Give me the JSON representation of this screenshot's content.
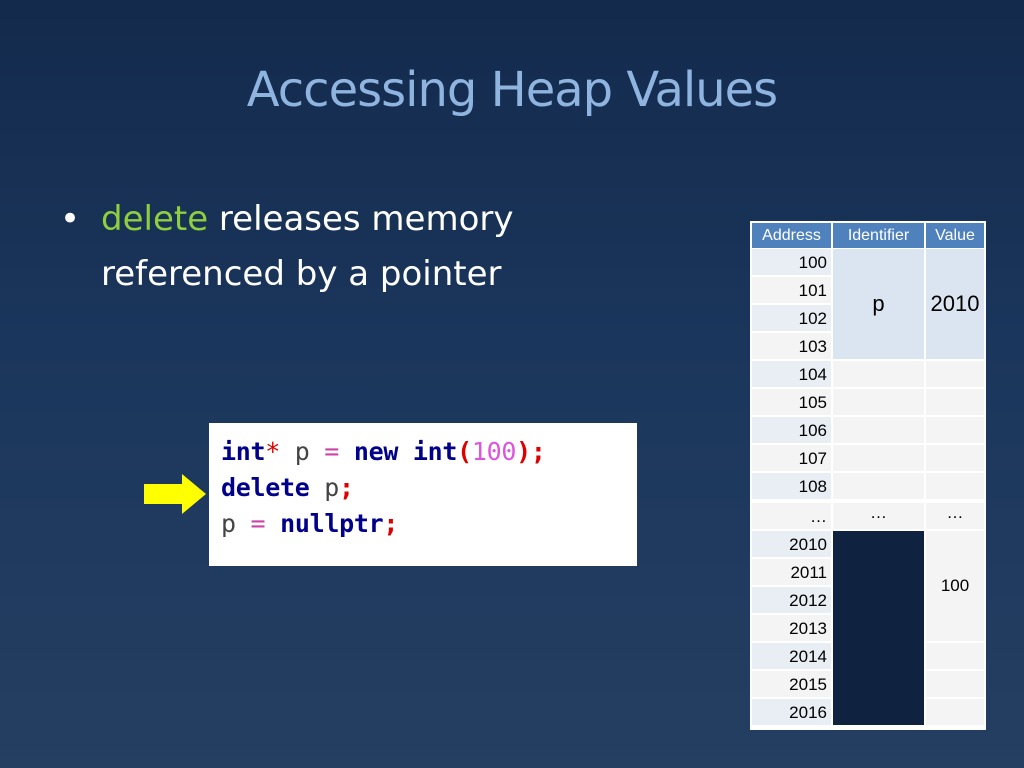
{
  "slide": {
    "title": "Accessing Heap Values",
    "bullet": {
      "symbol": "•",
      "keyword": "delete",
      "line1_rest": " releases memory",
      "line2": "referenced by a pointer"
    }
  },
  "code": {
    "line1": {
      "kw1": "int",
      "star": "*",
      "id": " p ",
      "op": "=",
      "sp": " ",
      "kw2": "new",
      "sp2": " ",
      "kw3": "int",
      "lp": "(",
      "num": "100",
      "rp": ")",
      "semi": ";"
    },
    "line2": {
      "kw": "delete",
      "sp": " ",
      "id": "p",
      "semi": ";"
    },
    "line3": {
      "id": "p",
      "sp": " ",
      "op": "=",
      "sp2": " ",
      "kw": "nullptr",
      "semi": ";"
    }
  },
  "arrow": {
    "icon": "arrow-right-icon",
    "color": "#ffff00"
  },
  "memory_table": {
    "headers": [
      "Address",
      "Identifier",
      "Value"
    ],
    "addresses": [
      "100",
      "101",
      "102",
      "103",
      "104",
      "105",
      "106",
      "107",
      "108",
      "…",
      "2010",
      "2011",
      "2012",
      "2013",
      "2014",
      "2015",
      "2016"
    ],
    "ellipsis_identifier": "…",
    "ellipsis_value": "…",
    "p_identifier": "p",
    "p_value": "2010",
    "heap_value": "100"
  },
  "colors": {
    "background": "#1b365c",
    "title": "#8eb4df",
    "keyword_green": "#8fce3f",
    "table_header": "#4f81bd",
    "freed_block": "#0f2240"
  }
}
